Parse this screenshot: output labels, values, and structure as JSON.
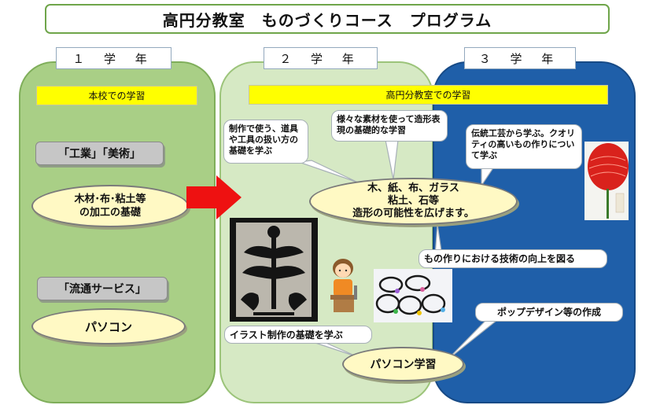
{
  "title": "高円分教室　ものづくりコース　プログラム",
  "years": {
    "y1": "１ 学 年",
    "y2": "２ 学 年",
    "y3": "３ 学 年"
  },
  "bars": {
    "honko": "本校での学習",
    "bunkyoshitsu": "高円分教室での学習"
  },
  "year1": {
    "pill_kougyou": "「工業」「美術」",
    "oval_kakou_line1": "木材･布･粘土等",
    "oval_kakou_line2": "の加工の基礎",
    "pill_ryuutsuu": "「流通サービス」",
    "oval_pasokon": "パソコン"
  },
  "year2": {
    "callout_tools": "制作で使う、道具や工具の扱い方の基礎を学ぶ",
    "callout_materials": "様々な素材を使って造形表現の基礎的な学習",
    "oval_line1": "木、紙、布、ガラス",
    "oval_line2": "粘土、石等",
    "oval_line3": "造形の可能性を広げます。",
    "callout_illust": "イラスト制作の基礎を学ぶ",
    "oval_pasokon": "パソコン学習"
  },
  "year3": {
    "callout_dentou": "伝統工芸から学ぶ。クオリティの高いもの作りについて学ぶ",
    "callout_gijutsu": "もの作りにおける技術の向上を図る",
    "callout_pop": "ポップデザイン等の作成"
  },
  "colors": {
    "year1_bg": "#a9cf86",
    "year2_bg": "#d6e9c4",
    "year3_bg": "#1f5fa9",
    "highlight": "#ffff00",
    "oval_fill": "#fff9c4",
    "arrow": "#ee1111"
  }
}
